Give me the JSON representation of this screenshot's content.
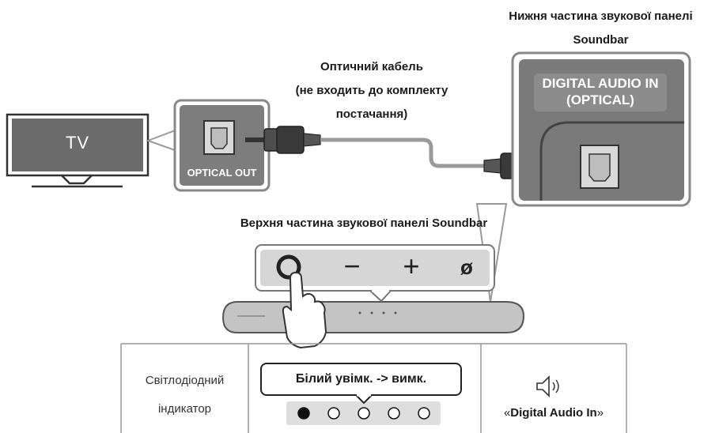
{
  "labels": {
    "bottom_panel_line1": "Нижня частина звукової панелі",
    "bottom_panel_line2": "Soundbar",
    "cable_line1": "Оптичний кабель",
    "cable_line2": "(не входить до комплекту",
    "cable_line3": "постачання)",
    "top_panel": "Верхня частина звукової панелі Soundbar"
  },
  "tv": {
    "label": "TV"
  },
  "tv_port": {
    "label": "OPTICAL OUT"
  },
  "soundbar_port": {
    "label_line1": "DIGITAL AUDIO IN",
    "label_line2": "(OPTICAL)"
  },
  "buttons": {
    "power": "",
    "minus": "−",
    "plus": "+",
    "source": "ø"
  },
  "table": {
    "col1_line1": "Світлодіодний",
    "col1_line2": "індикатор",
    "led_callout": "Білий увімк. -> вимк.",
    "leds": [
      true,
      false,
      false,
      false,
      false
    ],
    "mode_open": "«",
    "mode_name": "Digital Audio In",
    "mode_close": "»",
    "mode_icon": "speaker-icon"
  }
}
